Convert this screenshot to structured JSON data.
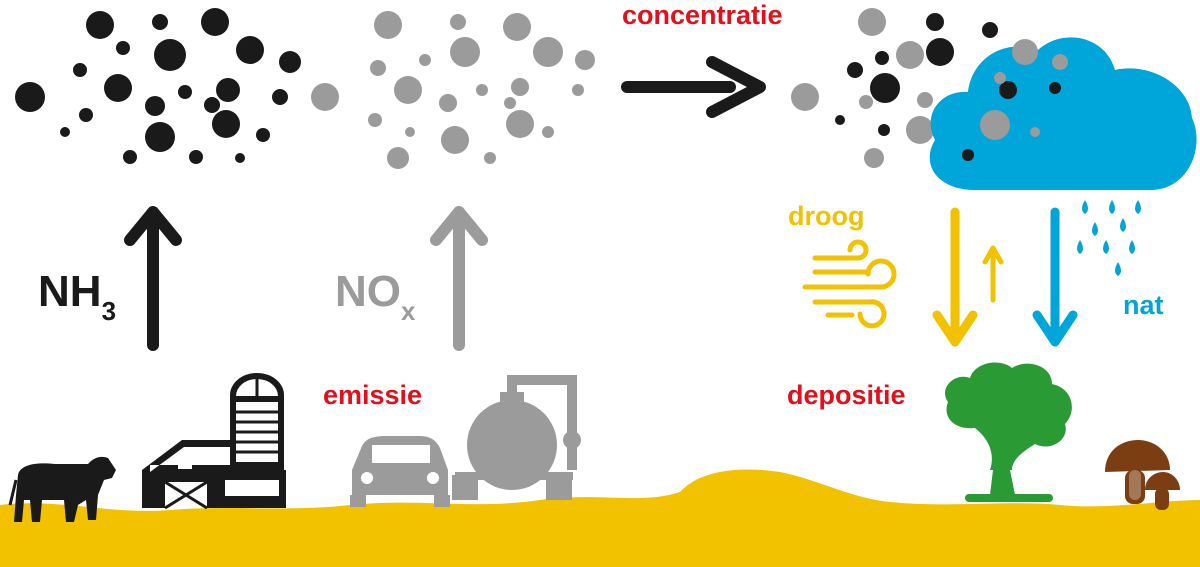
{
  "labels": {
    "concentration": "concentratie",
    "emission": "emissie",
    "deposition": "depositie",
    "dry": "droog",
    "wet": "nat"
  },
  "species": {
    "ammonia": {
      "base": "NH",
      "sub": "3"
    },
    "nitrogen_oxides": {
      "base": "NO",
      "sub": "x"
    }
  },
  "colors": {
    "ammonia": "#1a1a1a",
    "nitrogen_oxides": "#9b9b9b",
    "label_red": "#e3101b",
    "ground": "#f2c200",
    "dry_deposition": "#f2c200",
    "wet_deposition": "#00a5d9",
    "cloud": "#00a5d9",
    "tree": "#2a9a35",
    "mushroom": "#7a3e12"
  },
  "icons": [
    "cow-icon",
    "barn-icon",
    "silo-icon",
    "car-icon",
    "industrial-tank-icon",
    "wind-icon",
    "cloud-icon",
    "raindrops-icon",
    "tree-icon",
    "mushroom-icon"
  ]
}
